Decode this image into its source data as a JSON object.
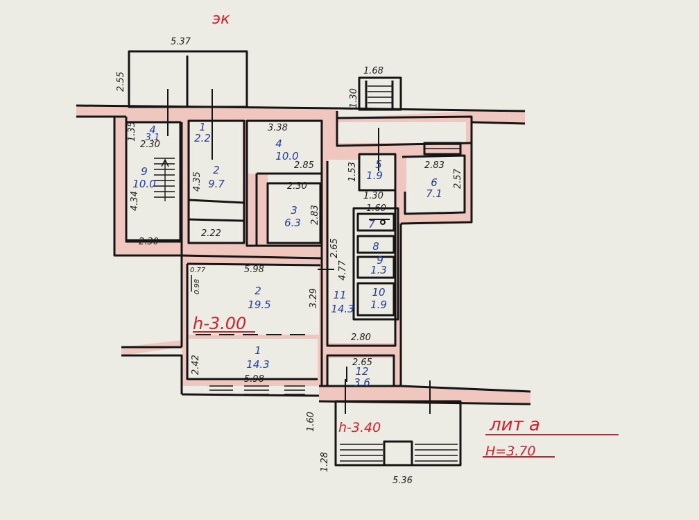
{
  "sheet_mark": "эк",
  "colors": {
    "paper": "#ecebe4",
    "wall_fill": "#efc7bf",
    "ink": "#151515",
    "room_ink": "#1f3fa8",
    "red_ink": "#d4202a"
  },
  "dims": {
    "top_width": "5.37",
    "top_depth": "2.55",
    "stair_width": "1.68",
    "stair_depth": "1.30",
    "r1_w": "1.35",
    "r1_w2": "2.30",
    "r9_len": "4.34",
    "r9_w": "2.30",
    "r2_len": "4.35",
    "r2_w": "2.22",
    "r4_w": "3.38",
    "r3_w1": "2.85",
    "r3_w2": "2.30",
    "r3_len": "2.83",
    "r5_len": "1.53",
    "r5_w": "1.30",
    "r6_w": "2.83",
    "r6_len": "2.57",
    "r7_w": "1.60",
    "hall_len": "2.65",
    "hall_len2": "4.77",
    "hall_w": "2.80",
    "main_w": "5.98",
    "main_len": "3.29",
    "small_w": "0.77",
    "small_len": "0.98",
    "r1b_len": "2.42",
    "r1b_w": "5.98",
    "r12_w": "2.65",
    "porch_len": "1.60",
    "porch2_len": "1.28",
    "bottom_width": "5.36"
  },
  "rooms": [
    {
      "n": "4",
      "a": "3.1"
    },
    {
      "n": "9",
      "a": "10.0"
    },
    {
      "n": "1",
      "a": "2.2"
    },
    {
      "n": "2",
      "a": "9.7"
    },
    {
      "n": "4",
      "a": "10.0"
    },
    {
      "n": "3",
      "a": "6.3"
    },
    {
      "n": "5",
      "a": "1.9"
    },
    {
      "n": "6",
      "a": "7.1"
    },
    {
      "n": "7",
      "a": ""
    },
    {
      "n": "8",
      "a": ""
    },
    {
      "n": "9",
      "a": "1.3"
    },
    {
      "n": "10",
      "a": "1.9"
    },
    {
      "n": "11",
      "a": "14.3"
    },
    {
      "n": "2",
      "a": "19.5"
    },
    {
      "n": "1",
      "a": "14.3"
    },
    {
      "n": "12",
      "a": "3.6"
    }
  ],
  "heights": {
    "h1": "h-3.00",
    "h2": "h-3.40"
  },
  "stamp": {
    "line1": "лит а",
    "line2": "Н=3.70"
  }
}
